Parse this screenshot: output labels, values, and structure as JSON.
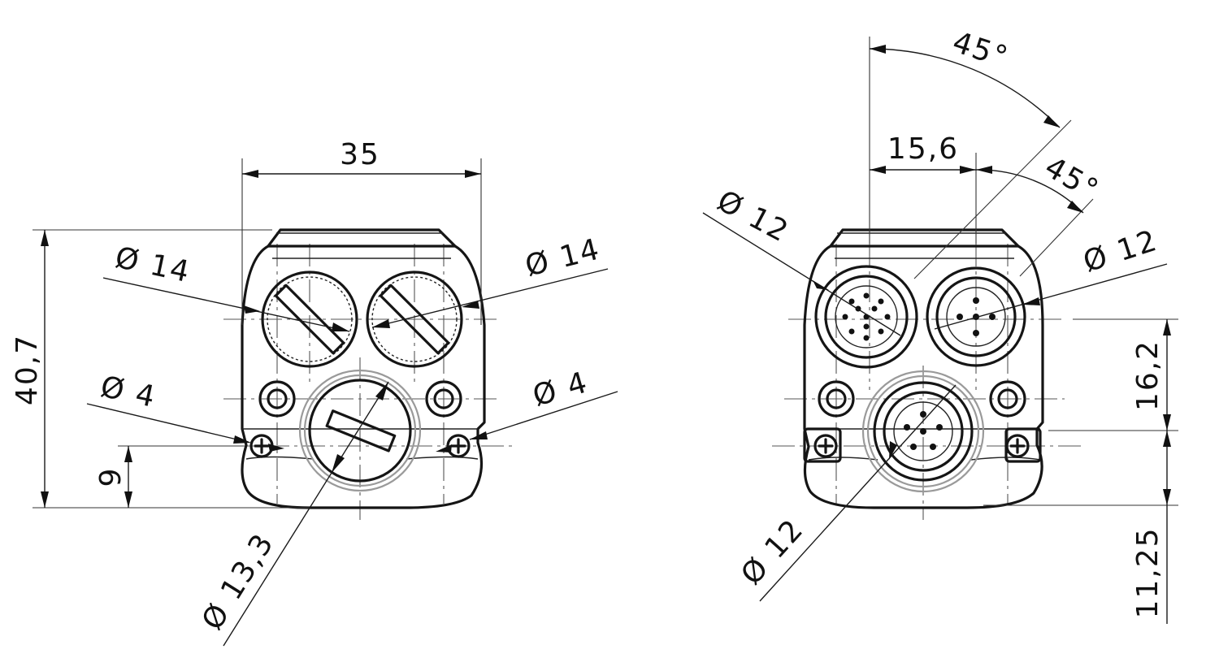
{
  "left_view": {
    "width_dim": "35",
    "height_dim": "40,7",
    "mount_dim": "9",
    "dia_top_left": "Ø 14",
    "dia_top_right": "Ø 14",
    "dia_hole_left": "Ø 4",
    "dia_hole_right": "Ø 4",
    "dia_center": "Ø 13,3"
  },
  "right_view": {
    "angle_top": "45°",
    "angle_second": "45°",
    "offset_dim": "15,6",
    "dia_connector_left": "Ø 12",
    "dia_connector_right": "Ø 12",
    "dia_connector_bottom": "Ø 12",
    "spacing_upper": "16,2",
    "spacing_lower": "11,25"
  },
  "colors": {
    "line": "#151515",
    "centerline": "#555555",
    "grey_ring": "#9a9a9a",
    "background": "#ffffff"
  }
}
